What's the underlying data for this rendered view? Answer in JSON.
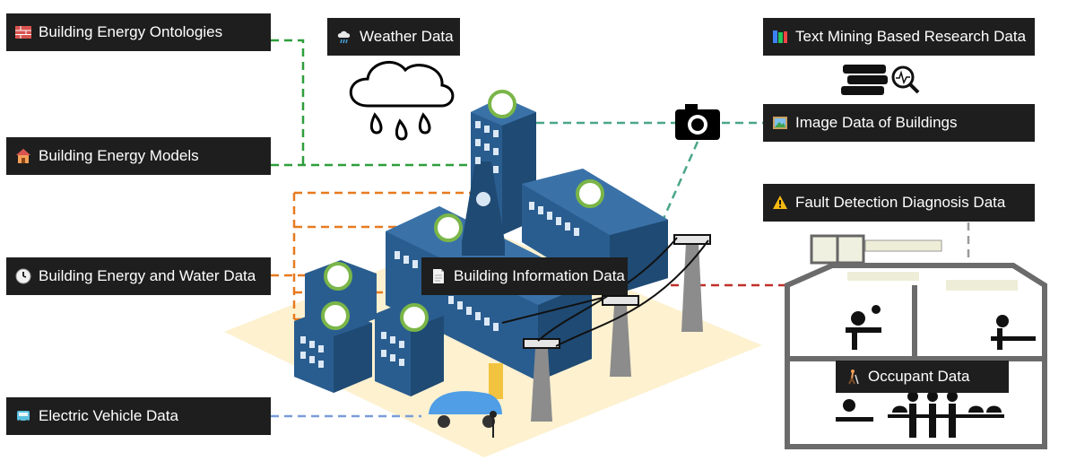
{
  "labels": {
    "ontologies": "Building Energy Ontologies",
    "weather": "Weather Data",
    "text_mining": "Text Mining Based Research Data",
    "image_data": "Image Data of Buildings",
    "models": "Building Energy Models",
    "fault": "Fault Detection Diagnosis Data",
    "energy_water": "Building Energy and Water Data",
    "building_info": "Building Information Data",
    "occupant": "Occupant Data",
    "ev": "Electric Vehicle Data"
  },
  "icons": {
    "ontologies": "brick-icon",
    "weather": "rain-cloud-icon",
    "text_mining": "books-icon",
    "image_data": "picture-icon",
    "models": "house-icon",
    "fault": "warning-icon",
    "energy_water": "clock-icon",
    "building_info": "document-icon",
    "occupant": "walking-person-icon",
    "ev": "bus-icon"
  },
  "colors": {
    "label_bg": "#1e1e1e",
    "label_text": "#ffffff",
    "line_green": "#2e9e3a",
    "line_teal": "#4aa58a",
    "line_orange": "#e87a1e",
    "line_red": "#c0302a",
    "line_blue": "#7a9cd8",
    "line_gray": "#9a9a9a",
    "building_blue": "#2a5d8f",
    "meter_green": "#7ab648",
    "ground": "#fdf1d0"
  }
}
